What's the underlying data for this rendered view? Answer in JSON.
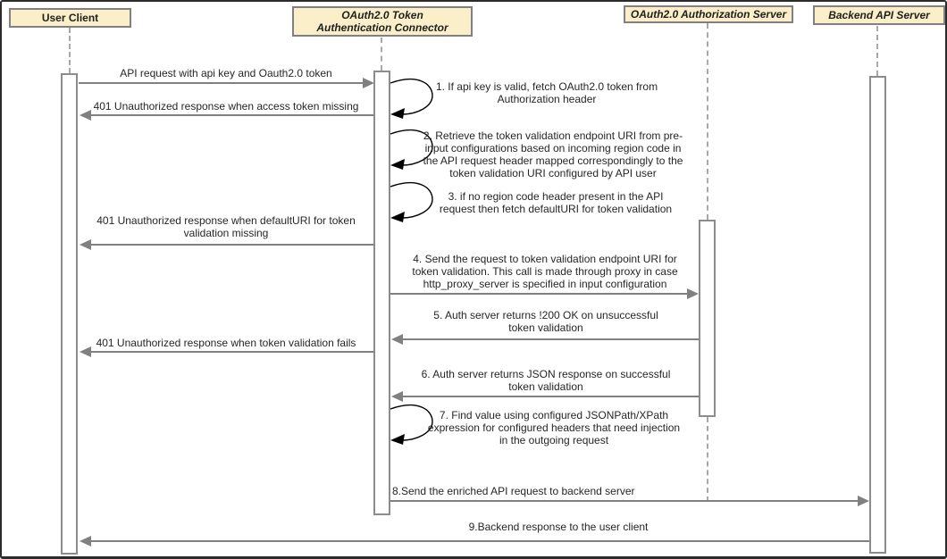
{
  "participants": [
    {
      "name": "User Client"
    },
    {
      "name": "OAuth2.0 Token\nAuthentication Connector"
    },
    {
      "name": "OAuth2.0 Authorization Server"
    },
    {
      "name": "Backend API Server"
    }
  ],
  "messages": [
    {
      "label": "API request with  api key and Oauth2.0 token",
      "from": "User Client",
      "to": "OAuth2.0 Token Authentication Connector",
      "direction": "right"
    },
    {
      "label": "401 Unauthorized response when access token missing",
      "from": "OAuth2.0 Token Authentication Connector",
      "to": "User Client",
      "direction": "left"
    },
    {
      "label": "401 Unauthorized response when defaultURI for token\nvalidation missing",
      "from": "OAuth2.0 Token Authentication Connector",
      "to": "User Client",
      "direction": "left"
    },
    {
      "label": "4. Send the request to token validation endpoint URI for\ntoken validation. This call is made through proxy in case\nhttp_proxy_server is specified in input configuration",
      "from": "OAuth2.0 Token Authentication Connector",
      "to": "OAuth2.0 Authorization Server",
      "direction": "right"
    },
    {
      "label": "5. Auth server returns !200 OK on unsuccessful\ntoken validation",
      "from": "OAuth2.0 Authorization Server",
      "to": "OAuth2.0 Token Authentication Connector",
      "direction": "left"
    },
    {
      "label": "401 Unauthorized response when token validation fails",
      "from": "OAuth2.0 Token Authentication Connector",
      "to": "User Client",
      "direction": "left"
    },
    {
      "label": "6. Auth server returns JSON response on successful\ntoken validation",
      "from": "OAuth2.0 Authorization Server",
      "to": "OAuth2.0 Token Authentication Connector",
      "direction": "left"
    },
    {
      "label": "8.Send the enriched API request to backend server",
      "from": "OAuth2.0 Token Authentication Connector",
      "to": "Backend API Server",
      "direction": "right"
    },
    {
      "label": "9.Backend response to the user client",
      "from": "Backend API Server",
      "to": "User Client",
      "direction": "left"
    }
  ],
  "self_steps": [
    {
      "text": "1. If api key is valid, fetch OAuth2.0 token from\nAuthorization header"
    },
    {
      "text": "2. Retrieve the token validation endpoint URI from pre-\ninput configurations based on incoming region code in\nthe API request header mapped correspondingly to the\ntoken validation URI configured by API user"
    },
    {
      "text": "3. if no region code header present in the API\nrequest then fetch defaultURI for token validation"
    },
    {
      "text": "7. Find value using configured JSONPath/XPath\nexpression for configured  headers that need injection\nin the outgoing request"
    }
  ],
  "colors": {
    "participant_fill": "#faefc8",
    "participant_border": "#808080",
    "message_line": "#808080",
    "self_loop": "#000000",
    "text": "#262626"
  }
}
